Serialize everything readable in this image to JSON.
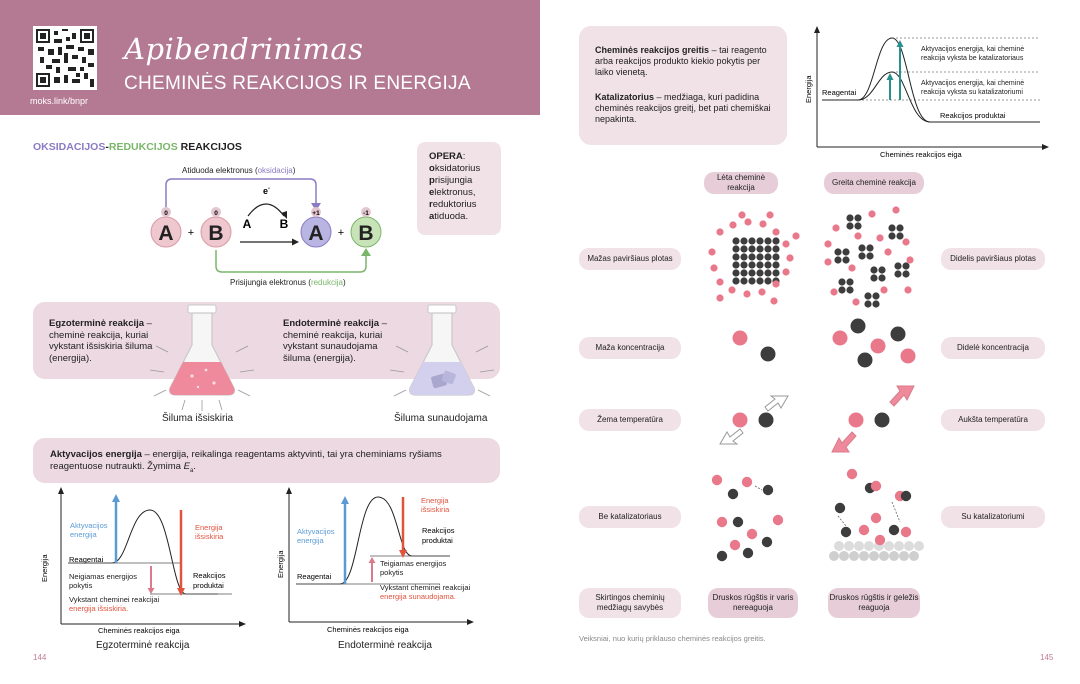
{
  "header": {
    "qr_link": "moks.link/bnpr",
    "title_script": "Apibendrinimas",
    "title_main": "CHEMINĖS REAKCIJOS IR ENERGIJA"
  },
  "redox": {
    "heading_part1": "OKSIDACIJOS",
    "heading_dash1": "-",
    "heading_part2": "REDUKCIJOS",
    "heading_part3": " REAKCIJOS",
    "top_label_a": "Atiduoda elektronus (",
    "top_label_b": "oksidacija",
    "top_label_c": ")",
    "bottom_label_a": "Prisijungia elektronus (",
    "bottom_label_b": "redukcija",
    "bottom_label_c": ")",
    "atom_a": "A",
    "atom_b": "B",
    "plus": "+",
    "charge_a1": "0",
    "charge_b1": "0",
    "charge_a2": "+1",
    "charge_b2": "-1",
    "electron": "e",
    "electron_sup": "-",
    "arrow_a": "A",
    "arrow_b": "B"
  },
  "opera": {
    "title": "OPERA",
    "colon": ":",
    "lines": [
      {
        "first": "o",
        "rest": "ksidatorius"
      },
      {
        "first": "p",
        "rest": "risijungia"
      },
      {
        "first": "e",
        "rest": "lektronus,"
      },
      {
        "first": "r",
        "rest": "eduktorius"
      },
      {
        "first": "a",
        "rest": "tiduoda."
      }
    ]
  },
  "thermo": {
    "exo_term": "Egzoterminė reakcija",
    "exo_def": " – cheminė reakcija, kuriai vykstant išsiskiria šiluma (energija).",
    "endo_term": "Endoterminė reakcija",
    "endo_def": " – cheminė reakcija, kuriai vykstant sunaudojama šiluma (energija).",
    "exo_caption": "Šiluma išsiskiria",
    "endo_caption": "Šiluma sunaudojama"
  },
  "activation": {
    "term": "Aktyvacijos energija",
    "def": " – energija, reikalinga reagentams aktyvinti, tai yra cheminiams ryšiams reagentuose nutraukti. Žymima ",
    "symbol": "E",
    "symbol_sub": "a",
    "symbol_end": "."
  },
  "exo_graph": {
    "ylabel": "Energija",
    "xlabel": "Cheminės reakcijos eiga",
    "title": "Egzoterminė reakcija",
    "activation_label": "Aktyvacijos energija",
    "energy_released": "Energija išsiskiria",
    "reagents": "Reagentai",
    "negative_change": "Neigiamas energijos pokytis",
    "products": "Reakcijos produktai",
    "note_a": "Vykstant cheminei reakcijai ",
    "note_b": "energija išsiskiria."
  },
  "endo_graph": {
    "ylabel": "Energija",
    "xlabel": "Cheminės reakcijos eiga",
    "title": "Endoterminė reakcija",
    "activation_label": "Aktyvacijos energija",
    "energy_released": "Energija išsiskiria",
    "reagents": "Reagentai",
    "positive_change": "Teigiamas energijos pokytis",
    "products": "Reakcijos produktai",
    "note_a": "Vykstant cheminei reakcijai ",
    "note_b": "energija sunaudojama."
  },
  "definitions": {
    "rate_term": "Cheminės reakcijos greitis",
    "rate_def": " – tai reagento arba reakcijos produkto kiekio pokytis per laiko vienetą.",
    "catalyst_term": "Katalizatorius",
    "catalyst_def": " – medžiaga, kuri padidina cheminės reakcijos greitį, bet pati chemiškai nepakinta."
  },
  "catalyst_graph": {
    "ylabel": "Energija",
    "xlabel": "Cheminės reakcijos eiga",
    "reagents": "Reagentai",
    "products": "Reakcijos produktai",
    "ea_without": "Aktyvacijos energija, kai cheminė reakcija vyksta be katalizatoriaus",
    "ea_with": "Aktyvacijos energija, kai cheminė reakcija vyksta su katalizatoriumi"
  },
  "factors": {
    "col_slow": "Lėta cheminė reakcija",
    "col_fast": "Greita cheminė reakcija",
    "rows": [
      {
        "left": "Mažas paviršiaus plotas",
        "right": "Didelis paviršiaus plotas"
      },
      {
        "left": "Maža koncentracija",
        "right": "Didelė koncentracija"
      },
      {
        "left": "Žema temperatūra",
        "right": "Aukšta temperatūra"
      },
      {
        "left": "Be katalizatoriaus",
        "right": "Su katalizatoriumi"
      },
      {
        "left": "Skirtingos cheminių medžiagų savybės",
        "right": ""
      }
    ],
    "acid_copper": "Druskos rūgštis ir varis nereaguoja",
    "acid_iron": "Druskos rūgštis ir geležis reaguoja",
    "footnote": "Veiksniai, nuo kurių priklauso cheminės reakcijos greitis."
  },
  "pages": {
    "left": "144",
    "right": "145"
  },
  "colors": {
    "header": "#b57a93",
    "pink_atom": "#e8788a",
    "dark_atom": "#3d3d3d",
    "purple": "#8b7bc4",
    "green": "#7ab66a",
    "red": "#e0533d",
    "blue": "#5b9bd5",
    "teal": "#2a8f8f"
  }
}
